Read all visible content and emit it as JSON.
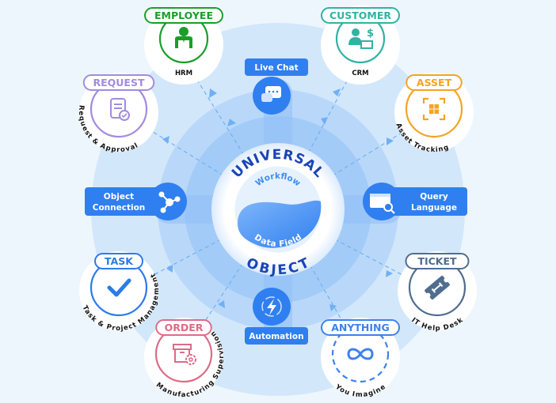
{
  "center": {
    "title_top": "UNIVERSAL",
    "title_bottom": "OBJECT",
    "inner_top": "Workflow",
    "inner_bottom": "Data Field"
  },
  "features": {
    "live_chat": "Live Chat",
    "object_connection": [
      "Object",
      "Connection"
    ],
    "query_language": [
      "Query",
      "Language"
    ],
    "automation": "Automation"
  },
  "modules": [
    {
      "key": "employee",
      "label": "EMPLOYEE",
      "subtitle": "HRM",
      "color": "#1a9e2a",
      "icon": "employee-icon"
    },
    {
      "key": "customer",
      "label": "CUSTOMER",
      "subtitle": "CRM",
      "color": "#2fb3a3",
      "icon": "customer-icon"
    },
    {
      "key": "request",
      "label": "REQUEST",
      "subtitle": "Request & Approval",
      "color": "#a28be0",
      "icon": "document-check-icon"
    },
    {
      "key": "asset",
      "label": "ASSET",
      "subtitle": "Asset Tracking",
      "color": "#f4a324",
      "icon": "asset-grid-icon"
    },
    {
      "key": "task",
      "label": "TASK",
      "subtitle": "Task & Project Management",
      "color": "#2b7be8",
      "icon": "checkmark-icon"
    },
    {
      "key": "ticket",
      "label": "TICKET",
      "subtitle": "IT Help Desk",
      "color": "#4f6d8f",
      "icon": "ticket-wrench-icon"
    },
    {
      "key": "order",
      "label": "ORDER",
      "subtitle": "Manufacturing Supervision",
      "color": "#dd6b87",
      "icon": "box-gear-icon"
    },
    {
      "key": "anything",
      "label": "ANYTHING",
      "subtitle": "You Imagine",
      "color": "#3d82ec",
      "icon": "infinity-icon"
    }
  ],
  "colors": {
    "background": "#eef6fd",
    "outer": "#d3e7fb",
    "middle": "#b9d8f9",
    "inner": "#95c2f6",
    "accent": "#2f7ff0",
    "title": "#1a44b8"
  }
}
